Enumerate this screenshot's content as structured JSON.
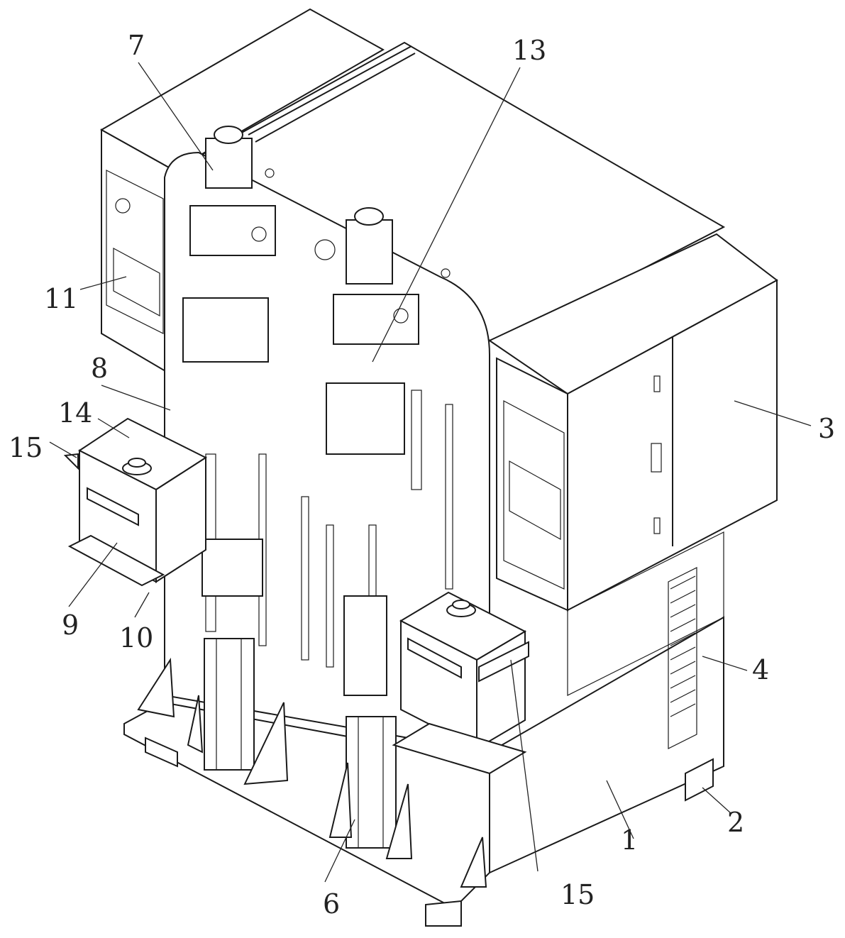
{
  "figure": {
    "type": "patent-style isometric line drawing",
    "subject": "Machine assembly with cabinets, motors, cylinders and tanks",
    "callouts": [
      {
        "id": "c7",
        "text": "7"
      },
      {
        "id": "c13",
        "text": "13"
      },
      {
        "id": "c11",
        "text": "11"
      },
      {
        "id": "c8",
        "text": "8"
      },
      {
        "id": "c14",
        "text": "14"
      },
      {
        "id": "c15a",
        "text": "15"
      },
      {
        "id": "c3",
        "text": "3"
      },
      {
        "id": "c9",
        "text": "9"
      },
      {
        "id": "c10",
        "text": "10"
      },
      {
        "id": "c4",
        "text": "4"
      },
      {
        "id": "c2",
        "text": "2"
      },
      {
        "id": "c1",
        "text": "1"
      },
      {
        "id": "c6",
        "text": "6"
      },
      {
        "id": "c15b",
        "text": "15"
      }
    ]
  }
}
